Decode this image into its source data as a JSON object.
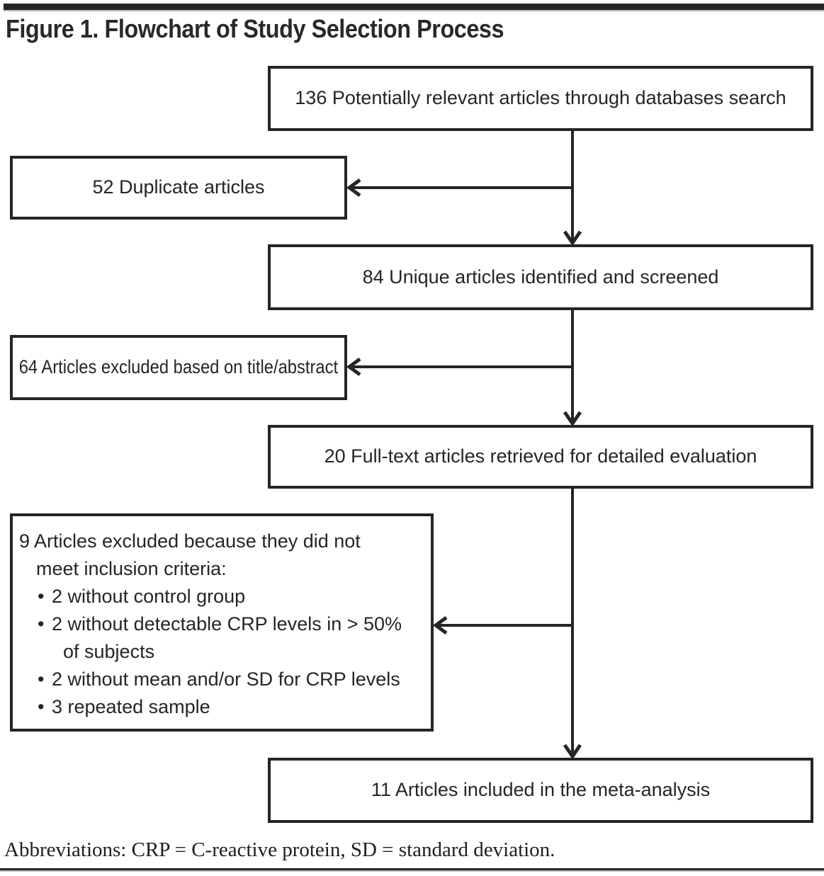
{
  "title": "Figure 1. Flowchart of Study Selection Process",
  "bullet_char": "•",
  "colors": {
    "ink": "#272424",
    "background": "#ffffff"
  },
  "flowchart": {
    "nodes": [
      {
        "id": "identified",
        "text": "136 Potentially relevant articles through databases search"
      },
      {
        "id": "duplicates",
        "text": "52 Duplicate articles"
      },
      {
        "id": "screened",
        "text": "84 Unique articles identified and screened"
      },
      {
        "id": "excluded-title",
        "text": "64 Articles excluded based on title/abstract"
      },
      {
        "id": "fulltext",
        "text": "20 Full-text articles retrieved for detailed evaluation"
      },
      {
        "id": "excluded-criteria",
        "lines": [
          {
            "type": "head1",
            "text": "9 Articles excluded because they did not"
          },
          {
            "type": "head2",
            "text": "meet inclusion criteria:"
          },
          {
            "type": "bullet",
            "text": "2 without control group"
          },
          {
            "type": "bullet",
            "text": "2 without detectable CRP levels in > 50%"
          },
          {
            "type": "cont",
            "text": "of subjects"
          },
          {
            "type": "bullet",
            "text": "2 without mean and/or SD for CRP levels"
          },
          {
            "type": "bullet",
            "text": "3 repeated sample"
          }
        ]
      },
      {
        "id": "included",
        "text": "11 Articles included in the meta-analysis"
      }
    ],
    "edges": [
      {
        "from": "identified",
        "to": "screened"
      },
      {
        "from": "identified-screened-branch",
        "to": "duplicates"
      },
      {
        "from": "screened",
        "to": "fulltext"
      },
      {
        "from": "screened-fulltext-branch",
        "to": "excluded-title"
      },
      {
        "from": "fulltext",
        "to": "included"
      },
      {
        "from": "fulltext-included-branch",
        "to": "excluded-criteria"
      }
    ]
  },
  "footnote": "Abbreviations: CRP = C-reactive protein, SD = standard deviation."
}
